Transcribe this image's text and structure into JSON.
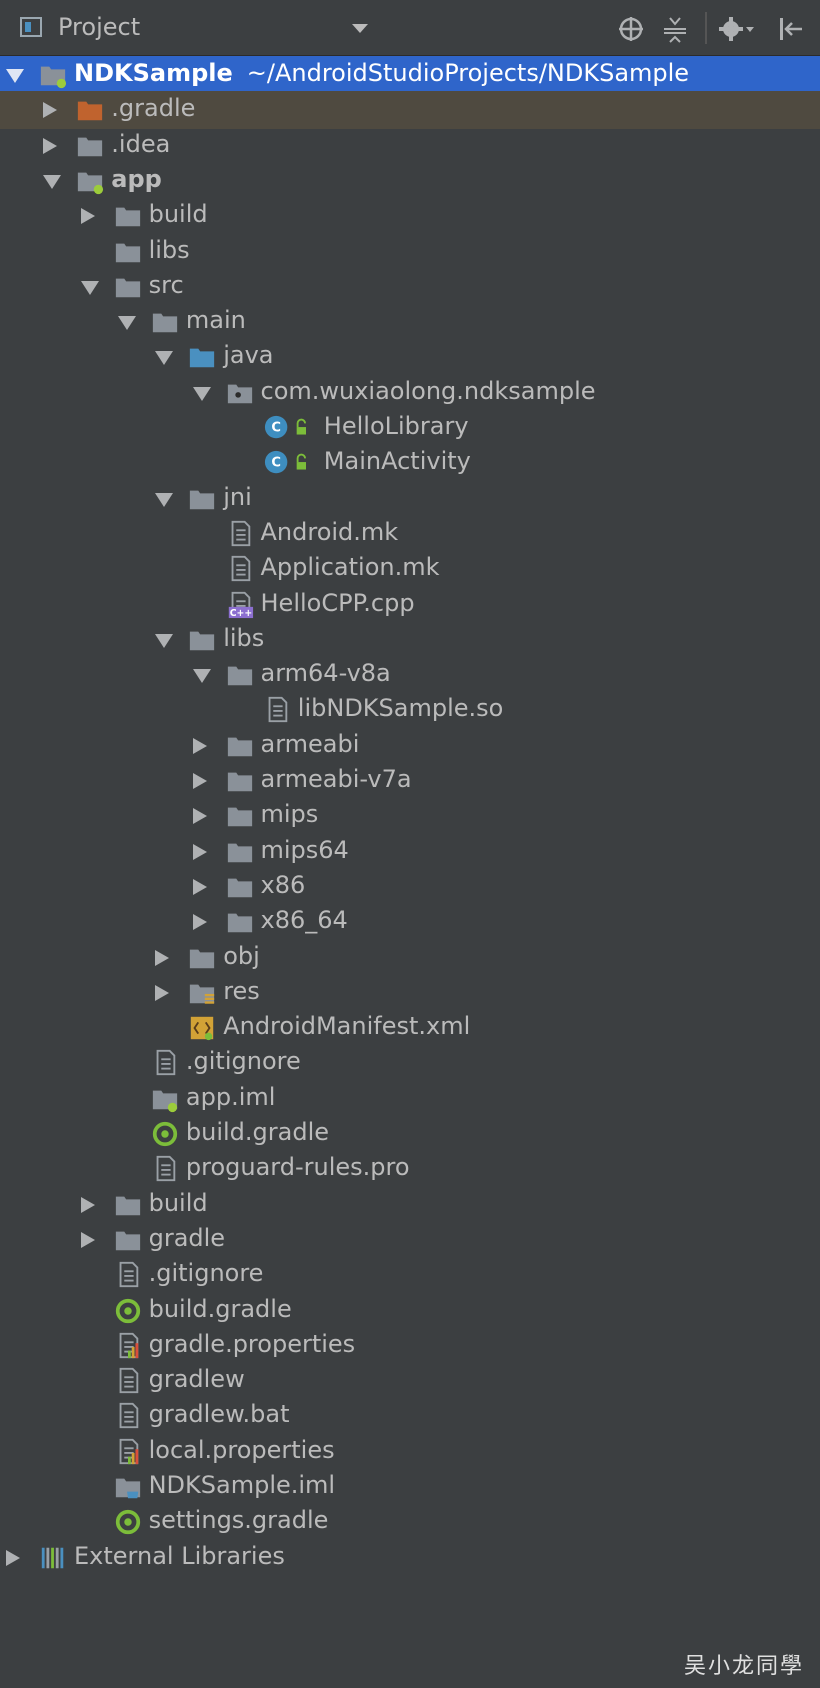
{
  "toolbar": {
    "title": "Project",
    "buttons": [
      "crosshair-icon",
      "collapse-all-icon",
      "gear-icon",
      "hide-panel-icon"
    ]
  },
  "colors": {
    "selection": "#2f65ca",
    "excluded_row": "#4f4a40",
    "folder": "#8a9199",
    "source_folder": "#4a90c0",
    "gradle_folder": "#c0632e",
    "module_dot": "#9ccc3b",
    "class_circle": "#3e8ec0",
    "gradle_green": "#7cbd3a",
    "cpp_purple": "#8c6fd0",
    "xml_orange": "#d2a236"
  },
  "tree": [
    {
      "label": "NDKSample",
      "path": "~/AndroidStudioProjects/NDKSample",
      "depth": 0,
      "arrow": "down",
      "icon": "module-folder-icon",
      "bold": true,
      "selected": true
    },
    {
      "label": ".gradle",
      "depth": 1,
      "arrow": "right",
      "icon": "gradle-folder-icon",
      "excluded": true
    },
    {
      "label": ".idea",
      "depth": 1,
      "arrow": "right",
      "icon": "folder-icon"
    },
    {
      "label": "app",
      "depth": 1,
      "arrow": "down",
      "icon": "module-folder-icon",
      "bold": true
    },
    {
      "label": "build",
      "depth": 2,
      "arrow": "right",
      "icon": "folder-icon"
    },
    {
      "label": "libs",
      "depth": 2,
      "arrow": "none",
      "icon": "folder-icon"
    },
    {
      "label": "src",
      "depth": 2,
      "arrow": "down",
      "icon": "folder-icon"
    },
    {
      "label": "main",
      "depth": 3,
      "arrow": "down",
      "icon": "folder-icon"
    },
    {
      "label": "java",
      "depth": 4,
      "arrow": "down",
      "icon": "source-folder-icon"
    },
    {
      "label": "com.wuxiaolong.ndksample",
      "depth": 5,
      "arrow": "down",
      "icon": "package-icon"
    },
    {
      "label": "HelloLibrary",
      "depth": 6,
      "arrow": "none",
      "icon": "class-icon"
    },
    {
      "label": "MainActivity",
      "depth": 6,
      "arrow": "none",
      "icon": "class-icon"
    },
    {
      "label": "jni",
      "depth": 4,
      "arrow": "down",
      "icon": "folder-icon"
    },
    {
      "label": "Android.mk",
      "depth": 5,
      "arrow": "none",
      "icon": "text-file-icon"
    },
    {
      "label": "Application.mk",
      "depth": 5,
      "arrow": "none",
      "icon": "text-file-icon"
    },
    {
      "label": "HelloCPP.cpp",
      "depth": 5,
      "arrow": "none",
      "icon": "cpp-file-icon"
    },
    {
      "label": "libs",
      "depth": 4,
      "arrow": "down",
      "icon": "folder-icon"
    },
    {
      "label": "arm64-v8a",
      "depth": 5,
      "arrow": "down",
      "icon": "folder-icon"
    },
    {
      "label": "libNDKSample.so",
      "depth": 6,
      "arrow": "none",
      "icon": "text-file-icon"
    },
    {
      "label": "armeabi",
      "depth": 5,
      "arrow": "right",
      "icon": "folder-icon"
    },
    {
      "label": "armeabi-v7a",
      "depth": 5,
      "arrow": "right",
      "icon": "folder-icon"
    },
    {
      "label": "mips",
      "depth": 5,
      "arrow": "right",
      "icon": "folder-icon"
    },
    {
      "label": "mips64",
      "depth": 5,
      "arrow": "right",
      "icon": "folder-icon"
    },
    {
      "label": "x86",
      "depth": 5,
      "arrow": "right",
      "icon": "folder-icon"
    },
    {
      "label": "x86_64",
      "depth": 5,
      "arrow": "right",
      "icon": "folder-icon"
    },
    {
      "label": "obj",
      "depth": 4,
      "arrow": "right",
      "icon": "folder-icon"
    },
    {
      "label": "res",
      "depth": 4,
      "arrow": "right",
      "icon": "resource-folder-icon"
    },
    {
      "label": "AndroidManifest.xml",
      "depth": 4,
      "arrow": "none",
      "icon": "manifest-file-icon"
    },
    {
      "label": ".gitignore",
      "depth": 3,
      "arrow": "none",
      "icon": "text-file-icon"
    },
    {
      "label": "app.iml",
      "depth": 3,
      "arrow": "none",
      "icon": "iml-module-icon"
    },
    {
      "label": "build.gradle",
      "depth": 3,
      "arrow": "none",
      "icon": "gradle-file-icon"
    },
    {
      "label": "proguard-rules.pro",
      "depth": 3,
      "arrow": "none",
      "icon": "text-file-icon"
    },
    {
      "label": "build",
      "depth": 2,
      "arrow": "right",
      "icon": "folder-icon"
    },
    {
      "label": "gradle",
      "depth": 2,
      "arrow": "right",
      "icon": "folder-icon"
    },
    {
      "label": ".gitignore",
      "depth": 2,
      "arrow": "none",
      "icon": "text-file-icon"
    },
    {
      "label": "build.gradle",
      "depth": 2,
      "arrow": "none",
      "icon": "gradle-file-icon"
    },
    {
      "label": "gradle.properties",
      "depth": 2,
      "arrow": "none",
      "icon": "properties-file-icon"
    },
    {
      "label": "gradlew",
      "depth": 2,
      "arrow": "none",
      "icon": "text-file-icon"
    },
    {
      "label": "gradlew.bat",
      "depth": 2,
      "arrow": "none",
      "icon": "text-file-icon"
    },
    {
      "label": "local.properties",
      "depth": 2,
      "arrow": "none",
      "icon": "properties-file-icon"
    },
    {
      "label": "NDKSample.iml",
      "depth": 2,
      "arrow": "none",
      "icon": "iml-cup-icon"
    },
    {
      "label": "settings.gradle",
      "depth": 2,
      "arrow": "none",
      "icon": "gradle-file-icon"
    },
    {
      "label": "External Libraries",
      "depth": 0,
      "arrow": "right",
      "icon": "libraries-icon"
    }
  ],
  "watermark": "吴小龙同學"
}
